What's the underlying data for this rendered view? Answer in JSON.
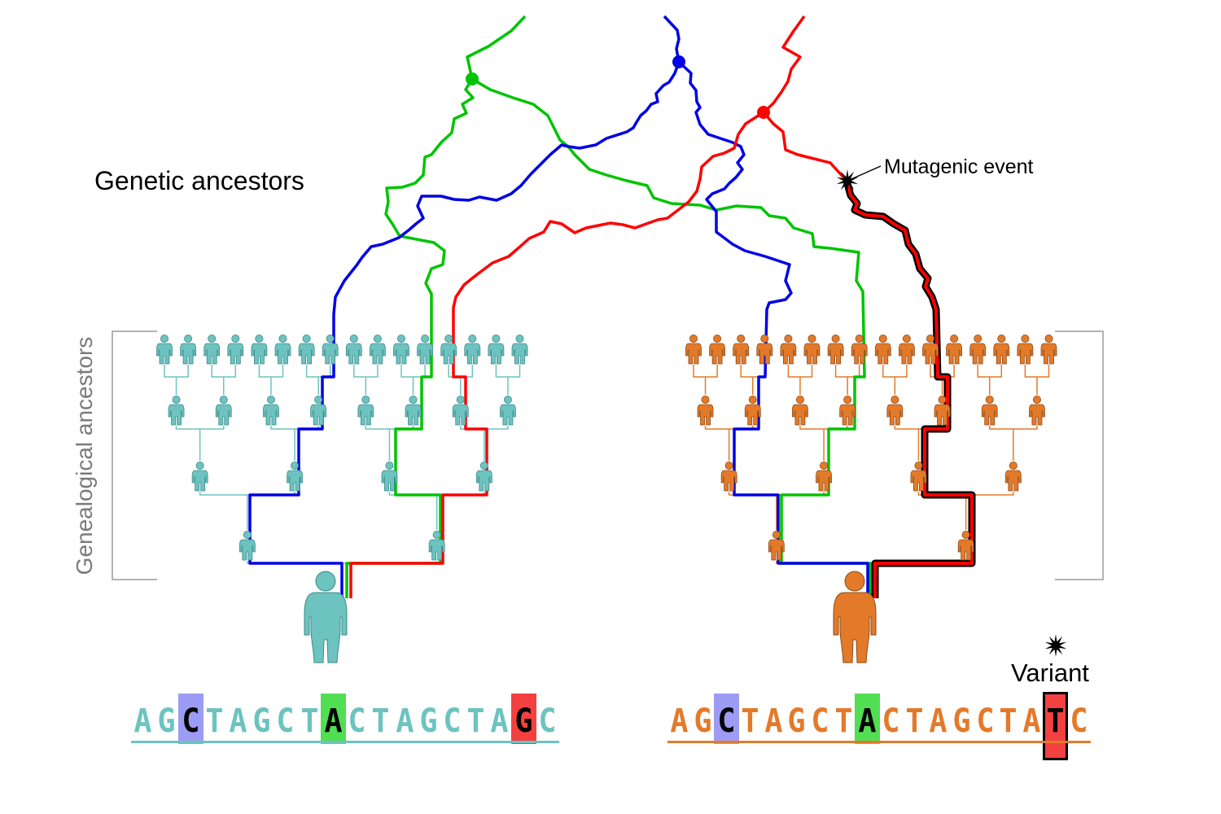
{
  "labels": {
    "genetic_ancestors": "Genetic ancestors",
    "genealogical_ancestors": "Genealogical ancestors",
    "mutagenic_event": "Mutagenic event",
    "variant": "Variant"
  },
  "colors": {
    "teal": "#6cc3c0",
    "orange": "#e37a2a",
    "lineage_green": "#00c400",
    "lineage_blue": "#0000e6",
    "lineage_red": "#ff0000",
    "highlight_blue": "#9c9cf5",
    "highlight_green": "#52de52",
    "highlight_red": "#f54040"
  },
  "sequences": {
    "left": {
      "bases": [
        "A",
        "G",
        "C",
        "T",
        "A",
        "G",
        "C",
        "T",
        "A",
        "C",
        "T",
        "A",
        "G",
        "C",
        "T",
        "A",
        "G",
        "C"
      ],
      "highlights": [
        {
          "index": 2,
          "color": "#9c9cf5"
        },
        {
          "index": 8,
          "color": "#52de52"
        },
        {
          "index": 16,
          "color": "#f54040"
        }
      ],
      "color": "#6cc3c0"
    },
    "right": {
      "bases": [
        "A",
        "G",
        "C",
        "T",
        "A",
        "G",
        "C",
        "T",
        "A",
        "C",
        "T",
        "A",
        "G",
        "C",
        "T",
        "A",
        "T",
        "C"
      ],
      "highlights": [
        {
          "index": 2,
          "color": "#9c9cf5"
        },
        {
          "index": 8,
          "color": "#52de52"
        },
        {
          "index": 16,
          "color": "#f54040"
        }
      ],
      "color": "#e37a2a"
    }
  }
}
